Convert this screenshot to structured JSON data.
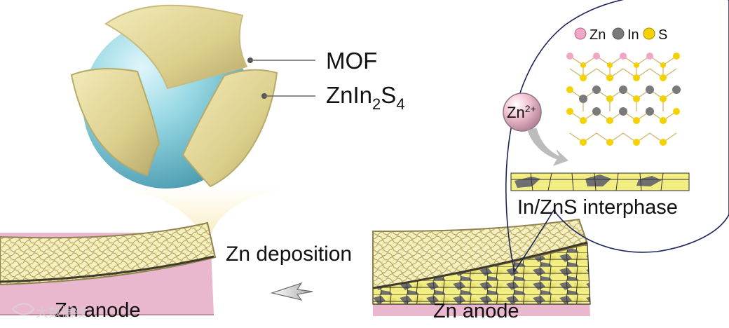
{
  "labels": {
    "mof": "MOF",
    "znins_base": "ZnIn",
    "znins_sub2": "2",
    "znins_s": "S",
    "znins_sub4": "4",
    "zn_deposition": "Zn deposition",
    "zn_anode_left": "Zn anode",
    "zn_anode_right": "Zn anode",
    "interphase": "In/ZnS interphase",
    "zn_ion_base": "Zn",
    "zn_ion_sup": "2+",
    "watermark": "大数据线"
  },
  "legend": [
    {
      "label": "Zn",
      "color": "#f0a6c8"
    },
    {
      "label": "In",
      "color": "#7a7a7a"
    },
    {
      "label": "S",
      "color": "#f3d200"
    }
  ],
  "colors": {
    "sphere": "#8fd3de",
    "shell": "#e8dea0",
    "shell_dark": "#b9ac6a",
    "anode": "#e9b8cf",
    "particle": "#efe7a7",
    "interphase_yellow": "#f2ee82",
    "interphase_gray": "#6f6f6f",
    "zn_bond": "#d7b458"
  }
}
